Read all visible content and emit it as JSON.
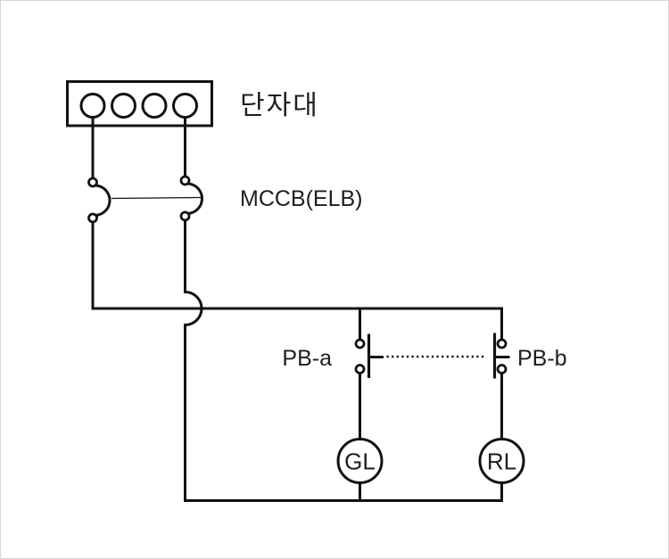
{
  "diagram": {
    "type": "electrical-control-circuit",
    "labels": {
      "terminal_block": "단자대",
      "breaker": "MCCB(ELB)",
      "pb_a": "PB-a",
      "pb_b": "PB-b",
      "lamp_green": "GL",
      "lamp_red": "RL"
    },
    "colors": {
      "line": "#121212",
      "text": "#1e1e1e",
      "background": "#ffffff",
      "frame": "#d6d6d6"
    },
    "components": [
      {
        "id": "terminal-block",
        "type": "terminal-block",
        "label": "단자대",
        "terminals": 4
      },
      {
        "id": "mccb",
        "type": "circuit-breaker",
        "label": "MCCB(ELB)",
        "poles": 2
      },
      {
        "id": "pb-a",
        "type": "pushbutton-normally-open",
        "label": "PB-a"
      },
      {
        "id": "pb-b",
        "type": "pushbutton-normally-closed",
        "label": "PB-b"
      },
      {
        "id": "gl",
        "type": "indicator-lamp",
        "label": "GL"
      },
      {
        "id": "rl",
        "type": "indicator-lamp",
        "label": "RL"
      }
    ],
    "connections": [
      "terminal-block(1) -> MCCB pole-1 -> top bus",
      "terminal-block(4) -> MCCB pole-2 -> (hop over top bus) -> bottom bus",
      "top bus -> PB-a -> GL -> bottom bus",
      "top bus -> PB-b -> RL -> bottom bus",
      "PB-a plunger ---- dotted mechanical link ---- PB-b plunger"
    ]
  }
}
